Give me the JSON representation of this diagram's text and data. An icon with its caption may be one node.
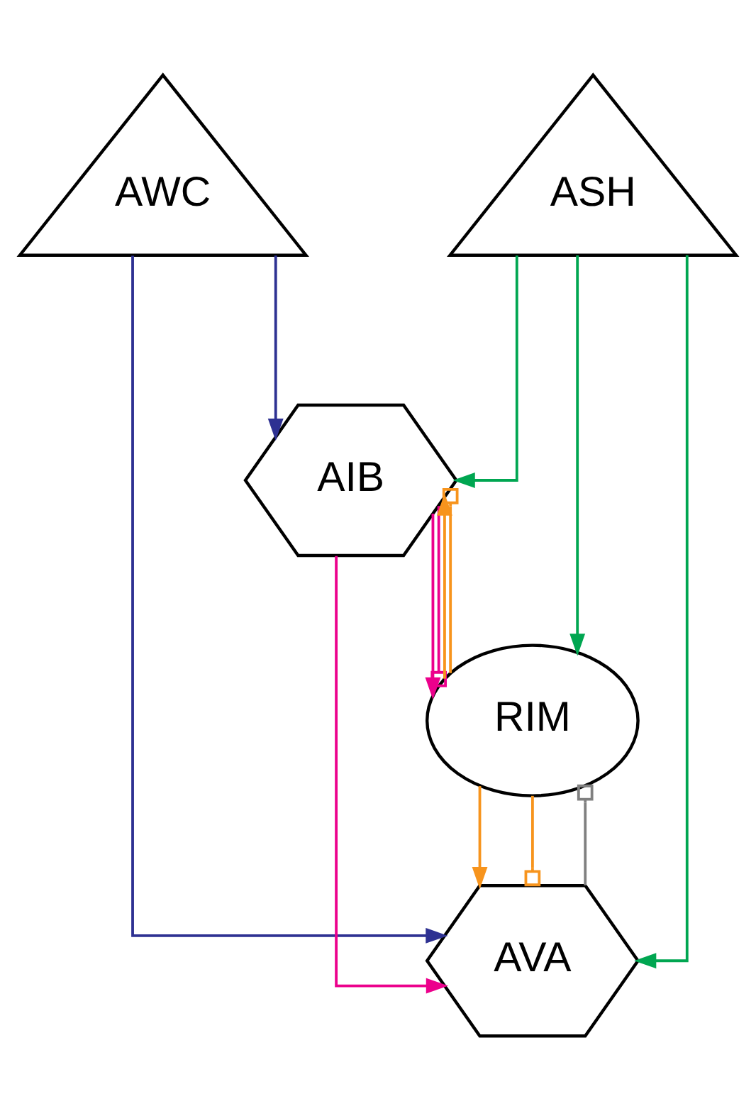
{
  "diagram": {
    "nodes": [
      {
        "text": [
          "AWC"
        ]
      },
      {
        "text": [
          "ASH"
        ]
      },
      {
        "text": [
          "AIB"
        ]
      },
      {
        "text": [
          "RIM"
        ]
      },
      {
        "text": [
          "AVA"
        ]
      }
    ],
    "edges": [
      {
        "from": 0,
        "to": 2,
        "arrow": "to",
        "color": "#2e3192"
      },
      {
        "from": 1,
        "to": 2,
        "arrow": "to",
        "color": "#00a651"
      },
      {
        "from": 2,
        "to": 3,
        "arrow": "to",
        "color": "#ec008c"
      },
      {
        "from": 2,
        "to": 3,
        "arrow": "other",
        "color": "#ec008c"
      },
      {
        "from": 1,
        "to": 3,
        "arrow": "to",
        "color": "#00a651"
      },
      {
        "from": 3,
        "to": 2,
        "arrow": "to",
        "color": "#f7941d"
      },
      {
        "from": 3,
        "to": 2,
        "arrow": "other",
        "color": "#f7941d"
      },
      {
        "from": 4,
        "to": 3,
        "arrow": "other",
        "color": "#808080"
      },
      {
        "from": 3,
        "to": 4,
        "arrow": "to",
        "color": "#f7941d"
      },
      {
        "from": 3,
        "to": 4,
        "arrow": "other",
        "color": "#f7941d"
      },
      {
        "from": 2,
        "to": 4,
        "arrow": "to",
        "color": "#ec008c"
      },
      {
        "from": 0,
        "to": 4,
        "arrow": "to",
        "color": "#2e3192"
      },
      {
        "from": 1,
        "to": 4,
        "arrow": "to",
        "color": "#00a651"
      }
    ]
  }
}
